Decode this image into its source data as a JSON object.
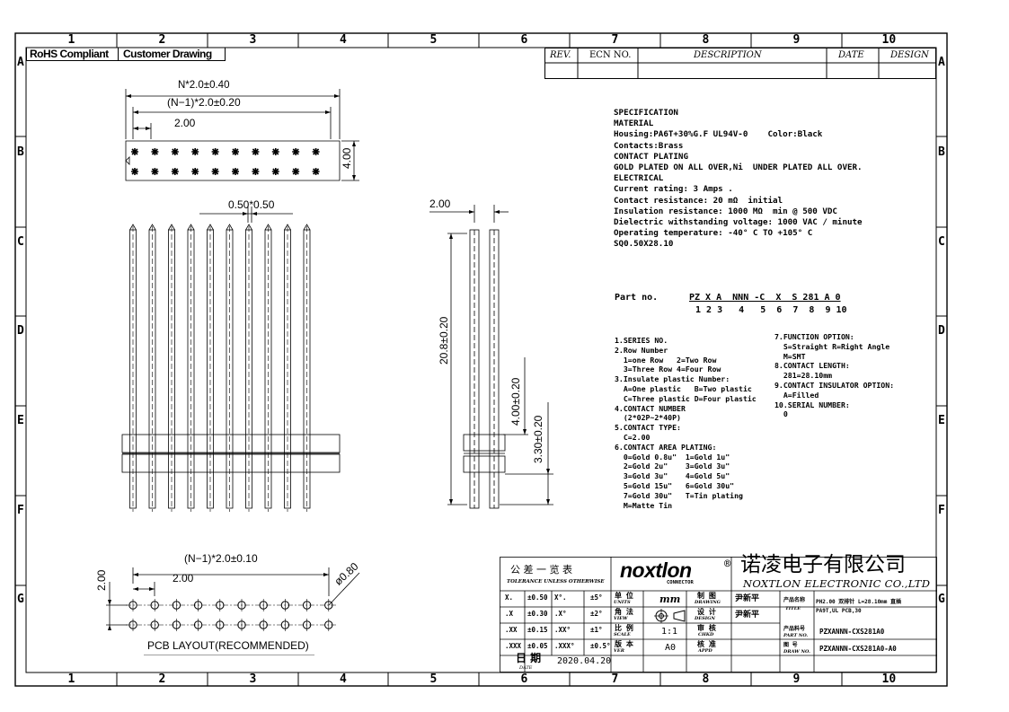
{
  "frame": {
    "columns": [
      "1",
      "2",
      "3",
      "4",
      "5",
      "6",
      "7",
      "8",
      "9",
      "10"
    ],
    "rows": [
      "A",
      "B",
      "C",
      "D",
      "E",
      "F",
      "G"
    ]
  },
  "header": {
    "rohs": "RoHS Compliant",
    "customer": "Customer Drawing"
  },
  "revision_block": {
    "rev": "REV.",
    "ecn": "ECN NO.",
    "description": "DESCRIPTION",
    "date": "DATE",
    "design": "DESIGN"
  },
  "top_view": {
    "dim_total": "N*2.0±0.40",
    "dim_pitch_total": "(N−1)*2.0±0.20",
    "dim_pitch": "2.00",
    "dim_height": "4.00"
  },
  "front_view": {
    "dim_pin": "0.50*0.50"
  },
  "side_view": {
    "dim_pitch": "2.00",
    "dim_length": "20.8±0.20",
    "dim_upper": "4.00±0.20",
    "dim_lower": "3.30±0.20"
  },
  "pcb_layout": {
    "dim_pitch_total": "(N−1)*2.0±0.10",
    "dim_pitch": "2.00",
    "dim_row": "2.00",
    "dim_hole": "ø0.80",
    "title": "PCB LAYOUT(RECOMMENDED)"
  },
  "specification": {
    "lines": [
      "SPECIFICATION",
      "MATERIAL",
      "Housing:PA6T+30%G.F UL94V-0    Color:Black",
      "Contacts:Brass",
      "CONTACT PLATING",
      "GOLD PLATED ON ALL OVER,Ni  UNDER PLATED ALL OVER.",
      "ELECTRICAL",
      "Current rating: 3 Amps .",
      "Contact resistance: 20 mΩ  initial",
      "Insulation resistance: 1000 MΩ  min @ 500 VDC",
      "Dielectric withstanding voltage: 1000 VAC / minute",
      "Operating temperature: -40° C TO +105° C",
      "SQ0.50X28.10"
    ]
  },
  "part_no": {
    "label": "Part no.",
    "code": "PZ X A  NNN -C  X  S 281 A 0",
    "digits": "1 2 3   4   5  6  7  8  9 10"
  },
  "options_left": {
    "lines": [
      "1.SERIES NO.",
      "2.Row Number",
      "  1=one Row   2=Two Row",
      "  3=Three Row 4=Four Row",
      "3.Insulate plastic Number:",
      "  A=One plastic   B=Two plastic",
      "  C=Three plastic D=Four plastic",
      "4.CONTACT NUMBER",
      "  (2*02P~2*40P)",
      "5.CONTACT TYPE:",
      "  C=2.00",
      "6.CONTACT AREA PLATING:",
      "  0=Gold 0.8u\"  1=Gold 1u\"",
      "  2=Gold 2u\"    3=Gold 3u\"",
      "  3=Gold 3u\"    4=Gold 5u\"",
      "  5=Gold 15u\"   6=Gold 30u\"",
      "  7=Gold 30u\"   T=Tin plating",
      "  M=Matte Tin"
    ]
  },
  "options_right": {
    "lines": [
      "7.FUNCTION OPTION:",
      "  S=Straight R=Right Angle",
      "  M=SMT",
      "8.CONTACT LENGTH:",
      "  281=28.10mm",
      "9.CONTACT INSULATOR OPTION:",
      "  A=Filled",
      "10.SERIAL NUMBER:",
      "  0"
    ]
  },
  "title_block": {
    "tol_title": "公  差  一  览  表",
    "tol_sub": "TOLERANCE UNLESS OTHERWISE",
    "tolerances": [
      [
        "X.",
        "±0.50",
        "X°.",
        "±5°"
      ],
      [
        ".X",
        "±0.30",
        ".X°",
        "±2°"
      ],
      [
        ".XX",
        "±0.15",
        ".XX°",
        "±1°"
      ],
      [
        ".XXX",
        "±0.05",
        ".XXX°",
        "±0.5°"
      ]
    ],
    "date_label": "日  期",
    "date_label_en": "DATE",
    "date_value": "2020.04.20",
    "logo": "noxtlon",
    "logo_sub": "CONNECTOR",
    "company_cn": "诺凌电子有限公司",
    "company_en": "NOXTLON ELECTRONIC CO.,LTD",
    "units_label": "单 位",
    "units_label_en": "UNITS",
    "units_value": "mm",
    "view_label": "角 法",
    "view_label_en": "VIEW",
    "scale_label": "比 例",
    "scale_label_en": "SCALE",
    "scale_value": "1:1",
    "ver_label": "版 本",
    "ver_label_en": "VER",
    "ver_value": "A0",
    "drawing_label": "制 图",
    "drawing_label_en": "DRAWING",
    "drawing_name": "尹新平",
    "design_label": "设 计",
    "design_label_en": "DESIGN",
    "design_name": "尹新平",
    "check_label": "审 核",
    "check_label_en": "CHKD",
    "appd_label": "核 准",
    "appd_label_en": "APPD",
    "title_label": "产品名称",
    "title_label_en": "TITLE",
    "title_value_1": "PH2.00 双排针 L=28.10mm 直插",
    "title_value_2": "PA9T,UL PCB,30",
    "partno_label": "产品料号",
    "partno_label_en": "PART NO.",
    "partno_value": "PZXANNN-CXS281A0",
    "drawno_label": "图  号",
    "drawno_label_en": "DRAW NO.",
    "drawno_value": "PZXANNN-CXS281A0-A0"
  },
  "colors": {
    "ink": "#000000",
    "paper": "#ffffff"
  }
}
